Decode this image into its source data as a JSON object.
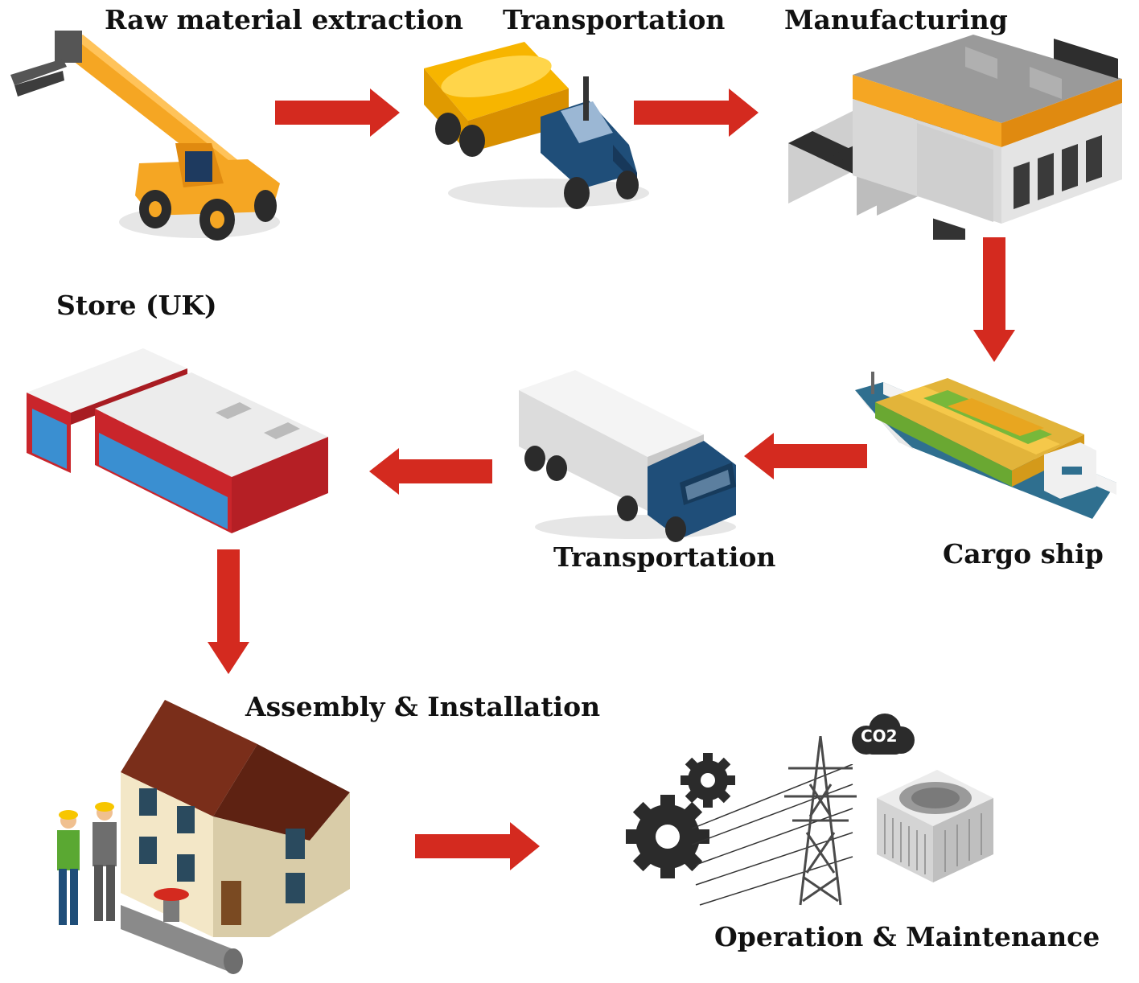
{
  "stages": {
    "raw_material": "Raw material extraction",
    "transport_1": "Transportation",
    "manufacturing": "Manufacturing",
    "cargo_ship": "Cargo ship",
    "transport_2": "Transportation",
    "store": "Store (UK)",
    "assembly": "Assembly & Installation",
    "operation": "Operation & Maintenance"
  },
  "co2_badge": "CO2",
  "colors": {
    "arrow": "#d42a1f",
    "machine_orange": "#f5a623",
    "truck_blue": "#1f4e79",
    "store_red": "#c9252b",
    "store_blue": "#3a8fd1",
    "roof_brown": "#7a2e1a"
  },
  "icons": [
    "telescopic-handler-icon",
    "dump-truck-icon",
    "factory-icon",
    "cargo-ship-icon",
    "box-truck-icon",
    "warehouse-icon",
    "house-workers-icon",
    "gears-icon",
    "power-pylon-icon",
    "co2-cloud-icon",
    "air-conditioner-icon"
  ]
}
